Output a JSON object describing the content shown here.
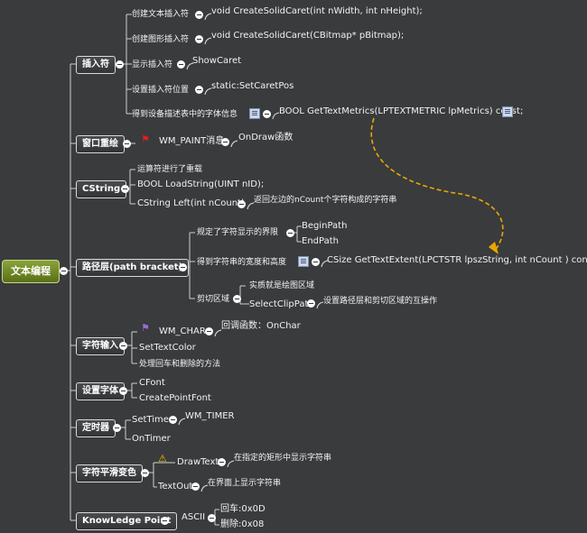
{
  "root": "文本编程",
  "branches": {
    "caret": {
      "label": "插入符",
      "items": [
        {
          "label": "创建文本插入符",
          "code": "void CreateSolidCaret(int nWidth,  int nHeight);"
        },
        {
          "label": "创建图形插入符",
          "code": "void CreateSolidCaret(CBitmap* pBitmap);"
        },
        {
          "label": "显示插入符",
          "code": "ShowCaret"
        },
        {
          "label": "设置插入符位置",
          "code": "static:SetCaretPos"
        },
        {
          "label": "得到设备描述表中的字体信息",
          "code": "BOOL GetTextMetrics(LPTEXTMETRIC lpMetrics) const;"
        }
      ]
    },
    "repaint": {
      "label": "窗口重绘",
      "msg": "WM_PAINT消息",
      "handler": "OnDraw函数"
    },
    "cstring": {
      "label": "CString",
      "items": [
        "运算符进行了重载",
        "BOOL LoadString(UINT nID);",
        "CString Left(int nCount)"
      ],
      "left_desc": "返回左边的nCount个字符构成的字符串"
    },
    "path": {
      "label": "路径层(path bracket)",
      "sub1": "规定了字符显示的界限",
      "sub1_items": [
        "BeginPath",
        "EndPath"
      ],
      "sub2": "得到字符串的宽度和高度",
      "sub2_code": "CSize GetTextExtent(LPCTSTR lpszString, int nCount   ) const;",
      "sub3": "剪切区域",
      "sub3_a": "实质就是绘图区域",
      "sub3_b": "SelectClipPath",
      "sub3_b_desc": "设置路径层和剪切区域的互操作"
    },
    "input": {
      "label": "字符输入",
      "msg": "WM_CHAR",
      "callback": "回调函数：OnChar",
      "items": [
        "SetTextColor",
        "处理回车和删除的方法"
      ]
    },
    "font": {
      "label": "设置字体",
      "items": [
        "CFont",
        "CreatePointFont"
      ]
    },
    "timer": {
      "label": "定时器",
      "settimer": "SetTimer",
      "msg": "WM_TIMER",
      "ontimer": "OnTimer"
    },
    "smooth": {
      "label": "字符平滑变色",
      "drawtext": "DrawText",
      "drawtext_desc": "在指定的矩形中显示字符串",
      "textout": "TextOut",
      "textout_desc": "在界面上显示字符串"
    },
    "know": {
      "label": "KnowLedge Point",
      "ascii": "ASCII",
      "items": [
        "回车:0x0D",
        "删除:0x08"
      ]
    }
  },
  "colors": {
    "background": "#3a3b3d",
    "root": "#6f8a22",
    "relation": "#e8a800",
    "line": "#cfcfcf"
  }
}
